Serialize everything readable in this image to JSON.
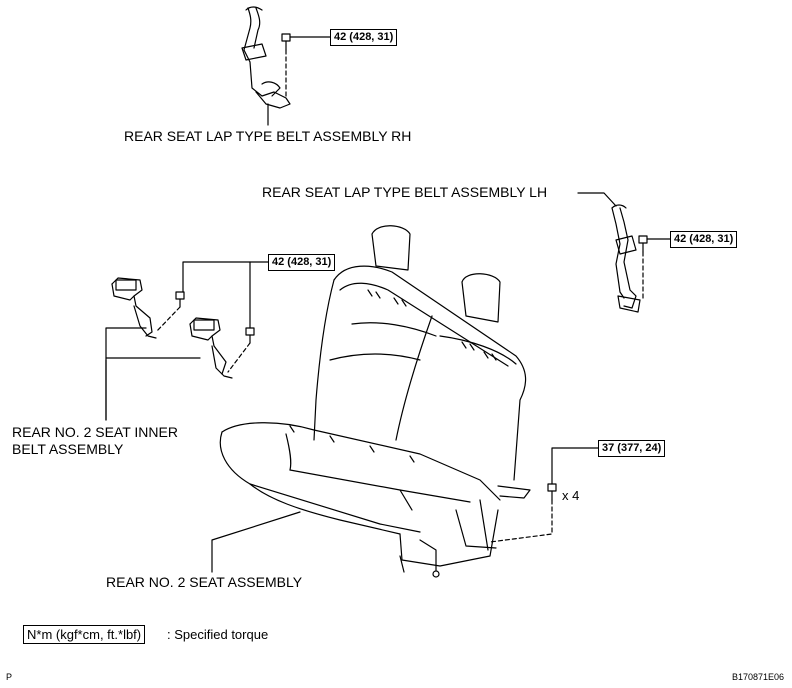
{
  "labels": {
    "belt_rh": "REAR SEAT LAP TYPE BELT ASSEMBLY RH",
    "belt_lh": "REAR SEAT LAP TYPE BELT ASSEMBLY LH",
    "inner_belt_line1": "REAR NO. 2 SEAT INNER",
    "inner_belt_line2": "BELT ASSEMBLY",
    "seat_assembly": "REAR NO. 2 SEAT ASSEMBLY"
  },
  "torques": {
    "belt_rh": "42 (428, 31)",
    "belt_lh": "42 (428, 31)",
    "inner_belt": "42 (428, 31)",
    "seat": "37 (377, 24)"
  },
  "quantity": "x 4",
  "legend": {
    "box": "N*m (kgf*cm, ft.*lbf)",
    "text": ": Specified torque"
  },
  "footer": {
    "left": "P",
    "right": "B170871E06"
  }
}
